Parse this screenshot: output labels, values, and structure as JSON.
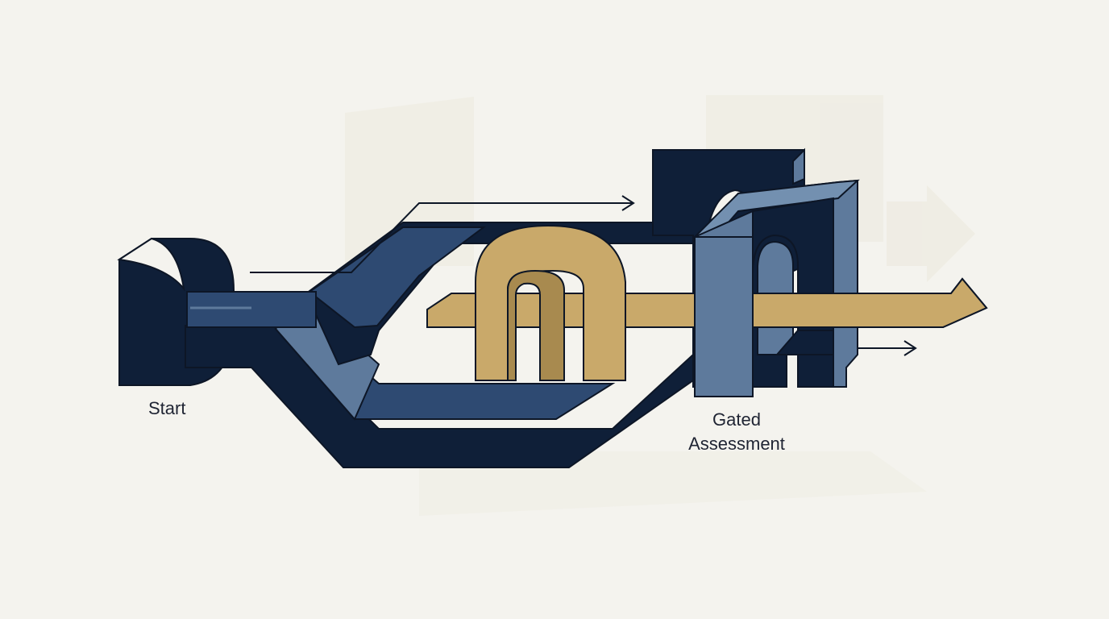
{
  "diagram": {
    "labels": {
      "start": "Start",
      "gate_line1": "Gated",
      "gate_line2": "Assessment"
    },
    "colors": {
      "background": "#f4f3ee",
      "navy_dark": "#0f1f38",
      "navy_mid": "#2e4a72",
      "slate_blue": "#5e7a9c",
      "gold": "#c9a96a",
      "gold_dark": "#a88a4f",
      "outline": "#0d1626"
    }
  }
}
